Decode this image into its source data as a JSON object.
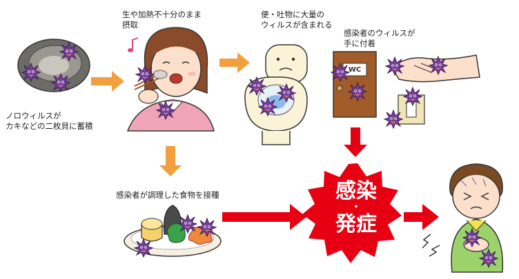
{
  "captions": {
    "oyster": "ノロウィルスが\nカキなどの二枚貝に蓄積",
    "eating": "生や加熱不十分のまま\n摂取",
    "toilet": "便・吐物に大量の\nウィルスが含まれる",
    "hands": "感染者のウィルスが\n手に付着",
    "food": "感染者が調理した食物を接種"
  },
  "door_sign": "WC",
  "result": {
    "line1": "感染",
    "dot": "・",
    "line2": "発症"
  },
  "colors": {
    "arrow_orange": "#f2a03d",
    "arrow_red": "#e60012",
    "burst_red": "#e60012",
    "virus_purple": "#7b3fa0"
  },
  "icons": {
    "music": "music-note-icon",
    "virus": "virus-icon"
  }
}
